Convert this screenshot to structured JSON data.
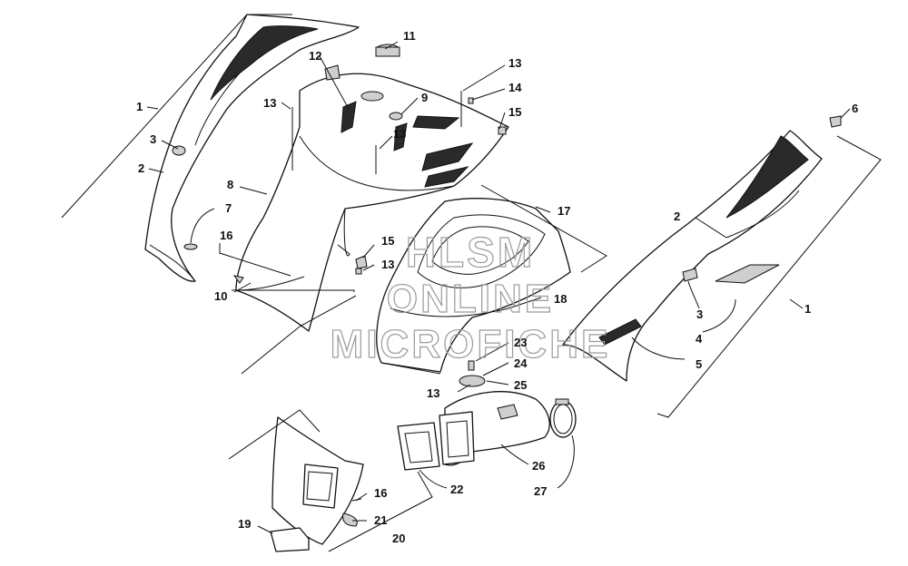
{
  "watermark": {
    "line1": "HLSM",
    "line2": "ONLINE",
    "line3": "MICROFICHE"
  },
  "callouts": {
    "c1a": "1",
    "c2a": "2",
    "c3a": "3",
    "c7": "7",
    "c16a": "16",
    "c10": "10",
    "c8": "8",
    "c13a": "13",
    "c12": "12",
    "c11": "11",
    "c9": "9",
    "c13b": "13",
    "c13c": "13",
    "c14": "14",
    "c15a": "15",
    "c17": "17",
    "c15b": "15",
    "c13d": "13",
    "c18": "18",
    "c23": "23",
    "c24": "24",
    "c13e": "13",
    "c25": "25",
    "c26": "26",
    "c22": "22",
    "c27": "27",
    "c16b": "16",
    "c21": "21",
    "c19": "19",
    "c20": "20",
    "c6": "6",
    "c2b": "2",
    "c1b": "1",
    "c3b": "3",
    "c4": "4",
    "c5": "5"
  }
}
